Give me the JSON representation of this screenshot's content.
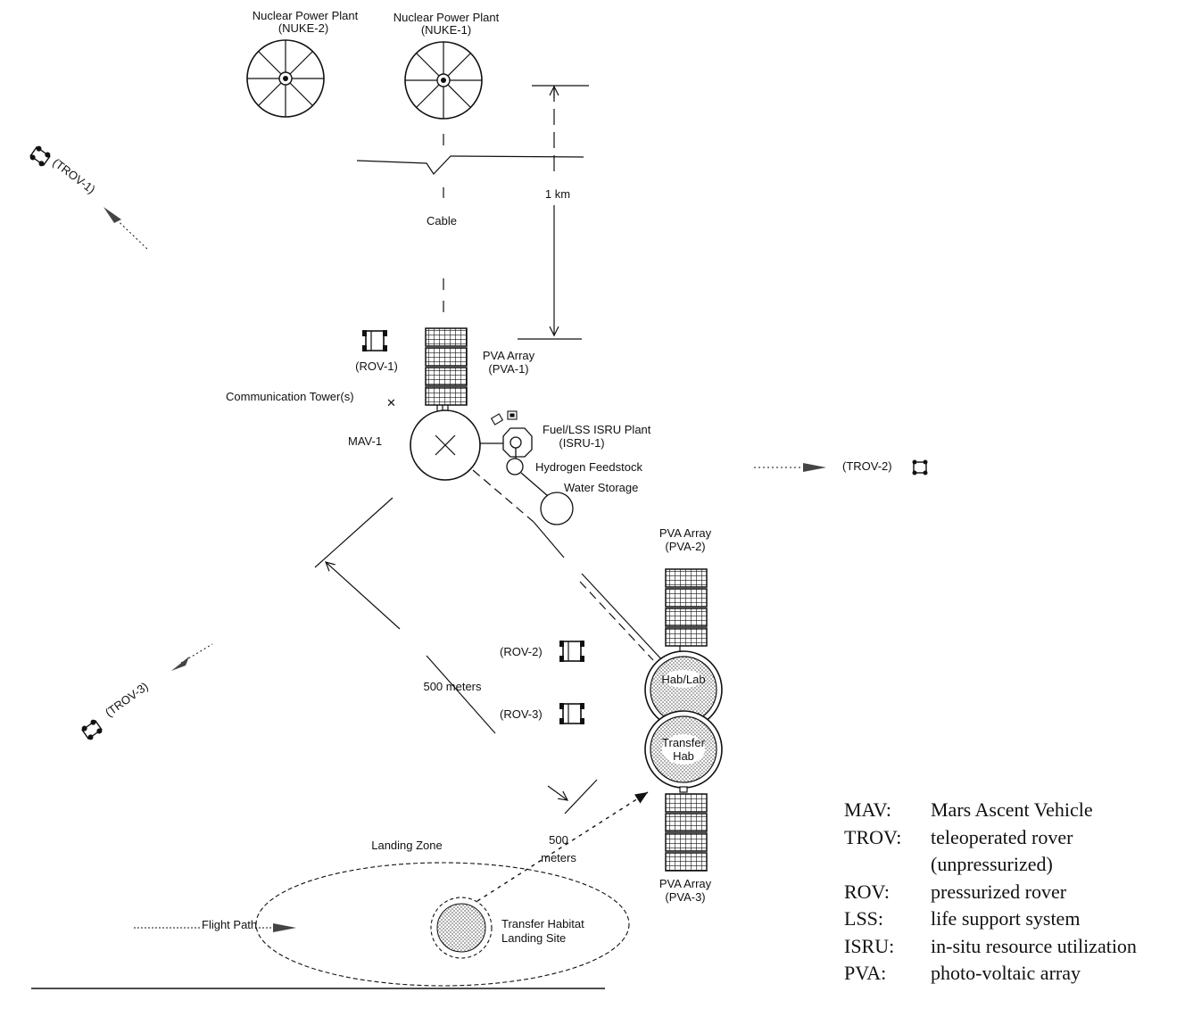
{
  "labels": {
    "nuke2_name": "Nuclear Power Plant",
    "nuke2_id": "(NUKE-2)",
    "nuke1_name": "Nuclear Power Plant",
    "nuke1_id": "(NUKE-1)",
    "cable": "Cable",
    "one_km": "1 km",
    "trov1": "(TROV-1)",
    "trov2": "(TROV-2)",
    "trov3": "(TROV-3)",
    "rov1": "(ROV-1)",
    "rov2": "(ROV-2)",
    "rov3": "(ROV-3)",
    "pva1_name": "PVA Array",
    "pva1_id": "(PVA-1)",
    "pva2_name": "PVA Array",
    "pva2_id": "(PVA-2)",
    "pva3_name": "PVA Array",
    "pva3_id": "(PVA-3)",
    "comm_tower": "Communication Tower(s)",
    "mav1": "MAV-1",
    "isru_name": "Fuel/LSS ISRU Plant",
    "isru_id": "(ISRU-1)",
    "hydrogen": "Hydrogen Feedstock",
    "water": "Water Storage",
    "hab_lab": "Hab/Lab",
    "transfer_hab_1": "Transfer",
    "transfer_hab_2": "Hab",
    "five_hundred_m_1": "500 meters",
    "five_hundred_m_2a": "500",
    "five_hundred_m_2b": "meters",
    "landing_zone": "Landing Zone",
    "flight_path": "Flight Path",
    "landing_site_1": "Transfer Habitat",
    "landing_site_2": "Landing Site"
  },
  "legend": [
    {
      "abbr": "MAV:",
      "definition": "Mars Ascent Vehicle"
    },
    {
      "abbr": "TROV:",
      "definition": "teleoperated rover"
    },
    {
      "abbr": "",
      "definition": "(unpressurized)"
    },
    {
      "abbr": "ROV:",
      "definition": "pressurized rover"
    },
    {
      "abbr": "LSS:",
      "definition": "life support system"
    },
    {
      "abbr": "ISRU:",
      "definition": "in-situ resource utilization"
    },
    {
      "abbr": "PVA:",
      "definition": "photo-voltaic array"
    }
  ]
}
